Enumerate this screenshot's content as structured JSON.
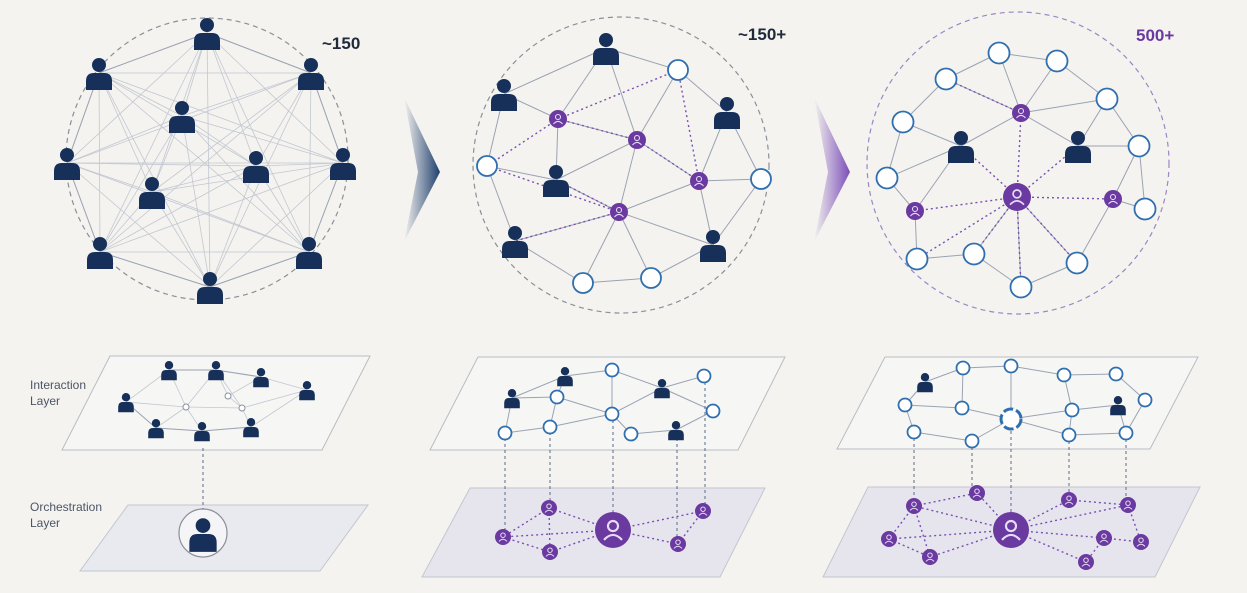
{
  "colors": {
    "background": "#f4f3ef",
    "human": "#16305a",
    "agent_ring": "#2f6fb0",
    "orchestrator": "#6a3aa0",
    "line_gray": "#9aa3b3",
    "line_purple": "#7a4fb4",
    "dashed_circle": "#8b8f99",
    "dashed_circle_purple": "#9c86c6",
    "arrow_blue": "#1f3f6e",
    "arrow_purple": "#7b4fb8"
  },
  "panels": [
    {
      "count_label": "~150",
      "count_color": "#1f2a3d"
    },
    {
      "count_label": "~150+",
      "count_color": "#1f2a3d"
    },
    {
      "count_label": "500+",
      "count_color": "#6a3aa0"
    }
  ],
  "layers": {
    "interaction_label": [
      "Interaction",
      "Layer"
    ],
    "orchestration_label": [
      "Orchestration",
      "Layer"
    ]
  },
  "icons": {
    "human": "person-icon",
    "agent": "agent-node-icon",
    "orchestrator": "orchestrator-node-icon"
  }
}
